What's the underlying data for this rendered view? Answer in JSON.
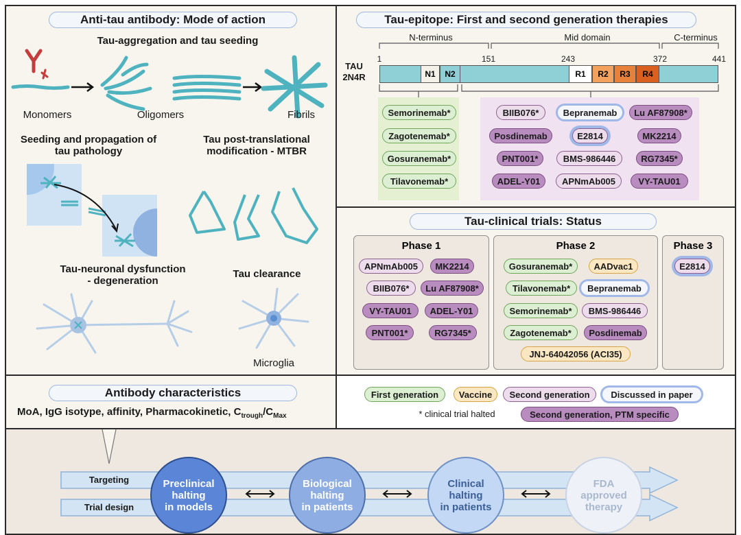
{
  "mode_of_action": {
    "title": "Anti-tau antibody: Mode of action",
    "aggregation_title": "Tau-aggregation and tau seeding",
    "monomers": "Monomers",
    "oligomers": "Oligomers",
    "fibrils": "Fibrils",
    "seeding_title": "Seeding and propagation of tau pathology",
    "ptm_title": "Tau post-translational modification - MTBR",
    "neuronal_title": "Tau-neuronal dysfunction - degeneration",
    "clearance_title": "Tau clearance",
    "microglia": "Microglia"
  },
  "epitope": {
    "title": "Tau-epitope: First and second generation therapies",
    "protein_label_1": "TAU",
    "protein_label_2": "2N4R",
    "n_terminus": "N-terminus",
    "mid_domain": "Mid domain",
    "c_terminus": "C-terminus",
    "positions": [
      "1",
      "151",
      "243",
      "372",
      "441"
    ],
    "domains": [
      "N1",
      "N2",
      "R1",
      "R2",
      "R3",
      "R4"
    ],
    "first_gen": [
      "Semorinemab*",
      "Zagotenemab*",
      "Gosuranemab*",
      "Tilavonemab*"
    ],
    "second_gen_rows": [
      [
        "BIIB076*",
        "Bepranemab",
        "Lu AF87908*"
      ],
      [
        "Posdinemab",
        "E2814",
        "MK2214"
      ],
      [
        "PNT001*",
        "BMS-986446",
        "RG7345*"
      ],
      [
        "ADEL-Y01",
        "APNmAb005",
        "VY-TAU01"
      ]
    ]
  },
  "clinical": {
    "title": "Tau-clinical trials: Status",
    "phase1_title": "Phase 1",
    "phase2_title": "Phase 2",
    "phase3_title": "Phase 3",
    "phase1": [
      [
        "APNmAb005",
        "MK2214"
      ],
      [
        "BIIB076*",
        "Lu AF87908*"
      ],
      [
        "VY-TAU01",
        "ADEL-Y01"
      ],
      [
        "PNT001*",
        "RG7345*"
      ]
    ],
    "phase2": [
      [
        "Gosuranemab*",
        "AADvac1"
      ],
      [
        "Tilavonemab*",
        "Bepranemab"
      ],
      [
        "Semorinemab*",
        "BMS-986446"
      ],
      [
        "Zagotenemab*",
        "Posdinemab"
      ]
    ],
    "phase2_extra": "JNJ-64042056 (ACI35)",
    "phase3": "E2814"
  },
  "characteristics": {
    "title": "Antibody characteristics",
    "text_main": "MoA, IgG isotype, affinity, Pharmacokinetic, C",
    "sub1": "trough",
    "slash": "/C",
    "sub2": "Max"
  },
  "legend": {
    "first_generation": "First generation",
    "vaccine": "Vaccine",
    "second_generation": "Second generation",
    "discussed": "Discussed in paper",
    "halted_note": "* clinical trial halted",
    "ptm_specific": "Second generation, PTM specific"
  },
  "pipeline": {
    "targeting": "Targeting",
    "trial_design": "Trial design",
    "stages": [
      [
        "Preclinical",
        "halting",
        "in models"
      ],
      [
        "Biological",
        "halting",
        "in patients"
      ],
      [
        "Clinical",
        "halting",
        "in patients"
      ],
      [
        "FDA",
        "approved",
        "therapy"
      ]
    ]
  },
  "colors": {
    "first_gen": "#dcefd3",
    "second_gen": "#ecdcec",
    "second_gen_ptm": "#b98cc0",
    "vaccine": "#fbe7c2",
    "discussed_ring": "#9fb8e8",
    "tau_bar": "#8fcfd6",
    "r2": "#f2a25c",
    "r3": "#e8823a",
    "r4": "#d9601e"
  }
}
